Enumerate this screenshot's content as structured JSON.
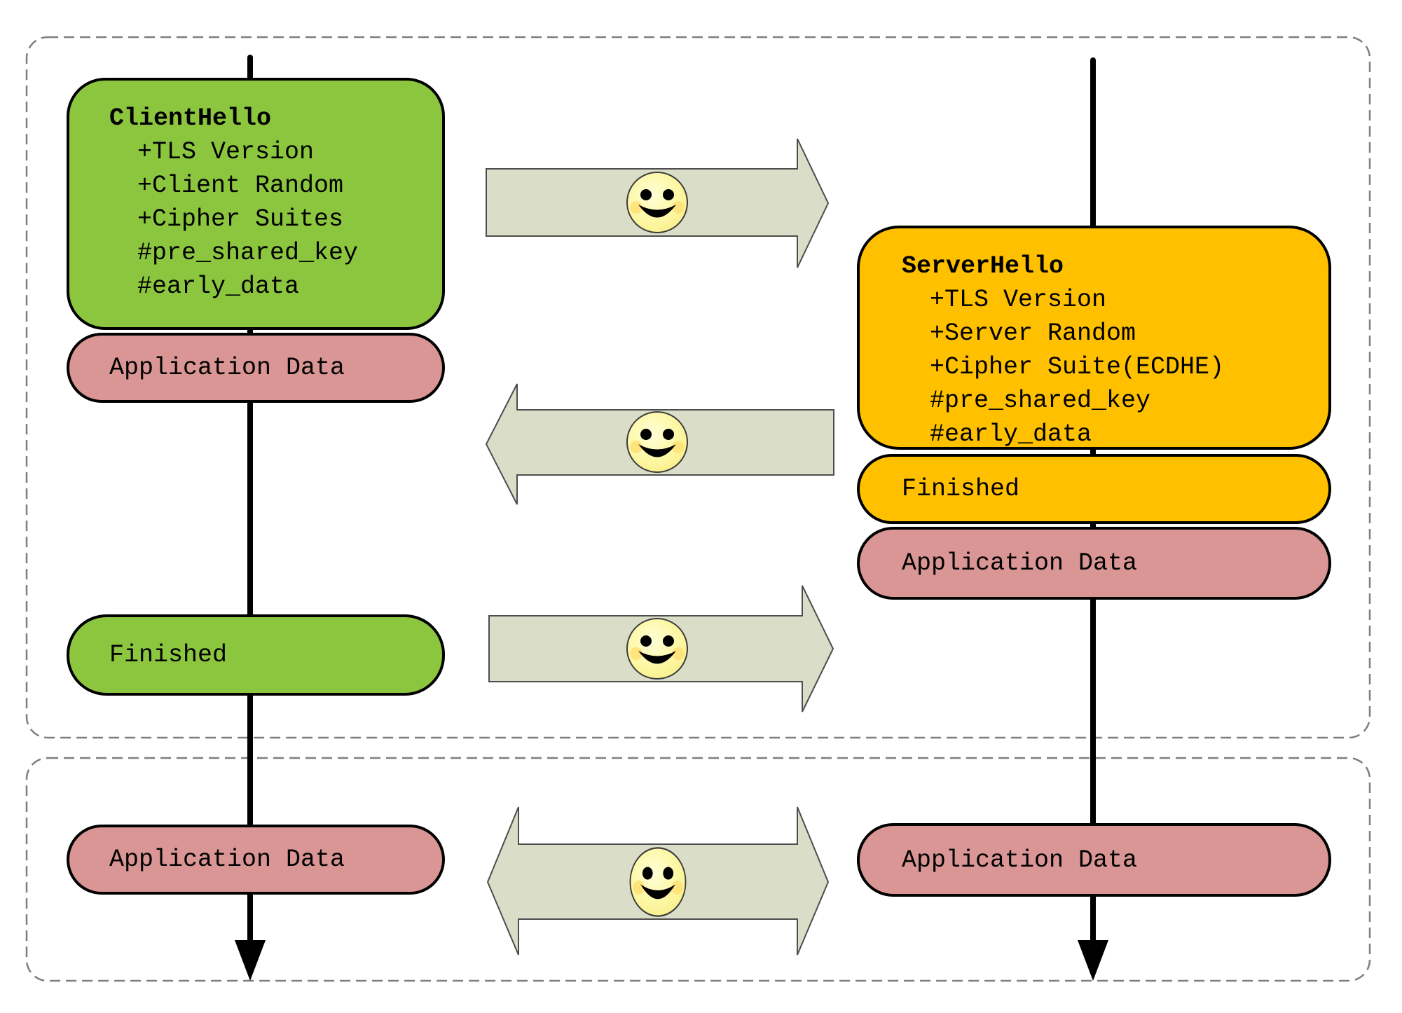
{
  "colors": {
    "client_box": "#8CC63F",
    "server_box": "#FFC000",
    "app_data_box": "#D99694",
    "arrow_fill": "#DADDC8",
    "arrow_stroke": "#4D4D4D",
    "smiley_fill": "#FDF48E",
    "smiley_highlight": "#FFFFD8",
    "smiley_cheek": "#FFE47E",
    "dashed_border": "#7F7F7F",
    "timeline": "#000000",
    "box_border": "#000000"
  },
  "client": {
    "hello": {
      "title": "ClientHello",
      "items": [
        "+TLS Version",
        "+Client Random",
        "+Cipher Suites",
        "#pre_shared_key",
        "#early_data"
      ]
    },
    "early_app_data_label": "Application Data",
    "finished_label": "Finished",
    "app_data_label": "Application Data"
  },
  "server": {
    "hello": {
      "title": "ServerHello",
      "items": [
        "+TLS Version",
        "+Server Random",
        "+Cipher Suite(ECDHE)",
        "#pre_shared_key",
        "#early_data"
      ]
    },
    "finished_label": "Finished",
    "app_data_label": "Application Data",
    "app_data2_label": "Application Data"
  }
}
